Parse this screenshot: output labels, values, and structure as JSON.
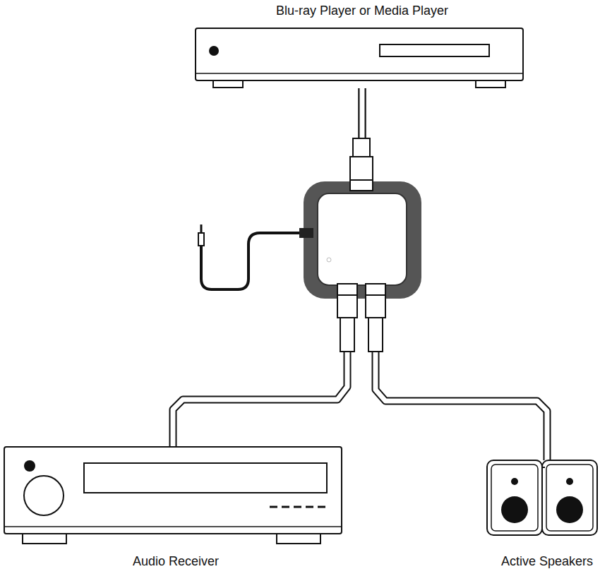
{
  "diagram": {
    "nodes": [
      {
        "text": [
          "Blu-ray Player or Media Player"
        ]
      },
      {
        "text": [
          "Audio Receiver"
        ]
      },
      {
        "text": [
          "Active Speakers"
        ]
      }
    ],
    "edges": [
      {
        "from": 0,
        "to": 1,
        "arrow": "none"
      },
      {
        "from": 0,
        "to": 2,
        "arrow": "none"
      }
    ]
  }
}
